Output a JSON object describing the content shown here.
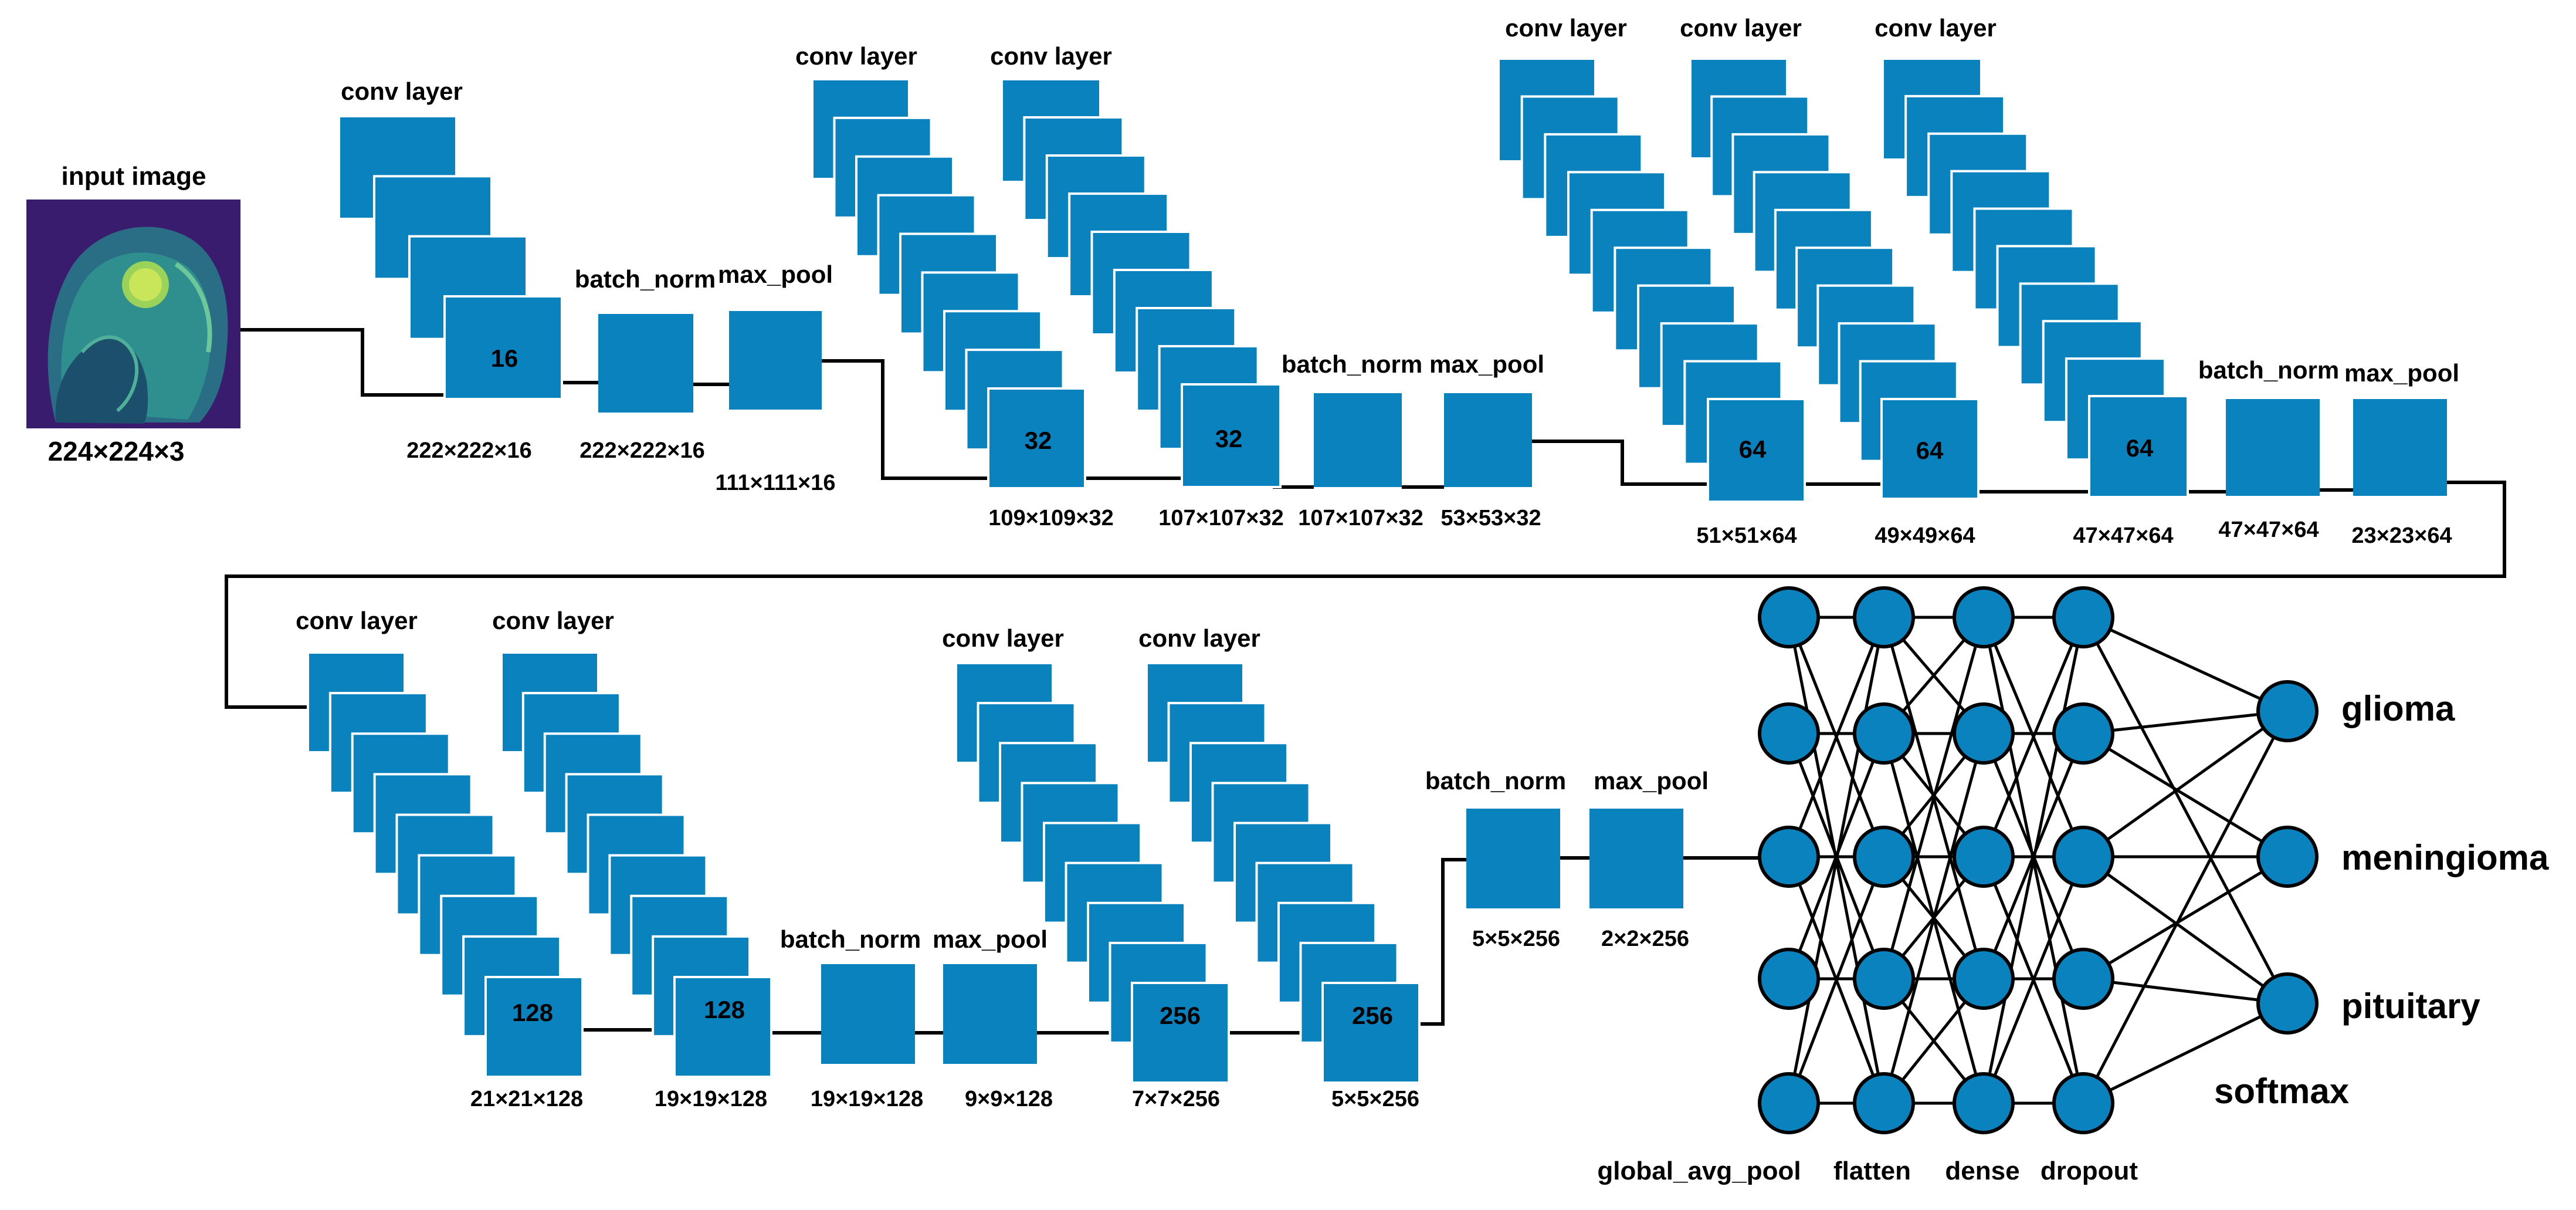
{
  "diagram": {
    "input": {
      "title": "input image",
      "size": "224×224×3"
    },
    "accent_color": "#0a82be",
    "line_color": "#000000",
    "row1": {
      "group_a": {
        "conv_label": "conv layer",
        "conv_value": "16",
        "conv_size": "222×222×16",
        "bn_label": "batch_norm",
        "bn_size": "222×222×16",
        "mp_label": "max_pool",
        "mp_size": "111×111×16"
      },
      "group_b": {
        "conv1_label": "conv layer",
        "conv1_value": "32",
        "conv1_size": "109×109×32",
        "conv2_label": "conv layer",
        "conv2_value": "32",
        "conv2_size": "107×107×32",
        "bn_label": "batch_norm",
        "bn_size": "107×107×32",
        "mp_label": "max_pool",
        "mp_size": "53×53×32"
      },
      "group_c": {
        "conv1_label": "conv layer",
        "conv1_value": "64",
        "conv1_size": "51×51×64",
        "conv2_label": "conv layer",
        "conv2_value": "64",
        "conv2_size": "49×49×64",
        "conv3_label": "conv layer",
        "conv3_value": "64",
        "conv3_size": "47×47×64",
        "bn_label": "batch_norm",
        "bn_size": "47×47×64",
        "mp_label": "max_pool",
        "mp_size": "23×23×64"
      }
    },
    "row2": {
      "group_d": {
        "conv1_label": "conv layer",
        "conv1_value": "128",
        "conv1_size": "21×21×128",
        "conv2_label": "conv layer",
        "conv2_value": "128",
        "conv2_size": "19×19×128",
        "bn_label": "batch_norm",
        "bn_size": "19×19×128",
        "mp_label": "max_pool",
        "mp_size": "9×9×128"
      },
      "group_e": {
        "conv1_label": "conv layer",
        "conv1_value": "256",
        "conv1_size": "7×7×256",
        "conv2_label": "conv layer",
        "conv2_value": "256",
        "conv2_size": "5×5×256",
        "bn_label": "batch_norm",
        "bn_size": "5×5×256",
        "mp_label": "max_pool",
        "mp_size": "2×2×256"
      }
    },
    "dense_block": {
      "labels": [
        "global_avg_pool",
        "flatten",
        "dense",
        "dropout"
      ],
      "softmax_label": "softmax",
      "outputs": [
        "glioma",
        "meningioma",
        "pituitary"
      ]
    }
  }
}
